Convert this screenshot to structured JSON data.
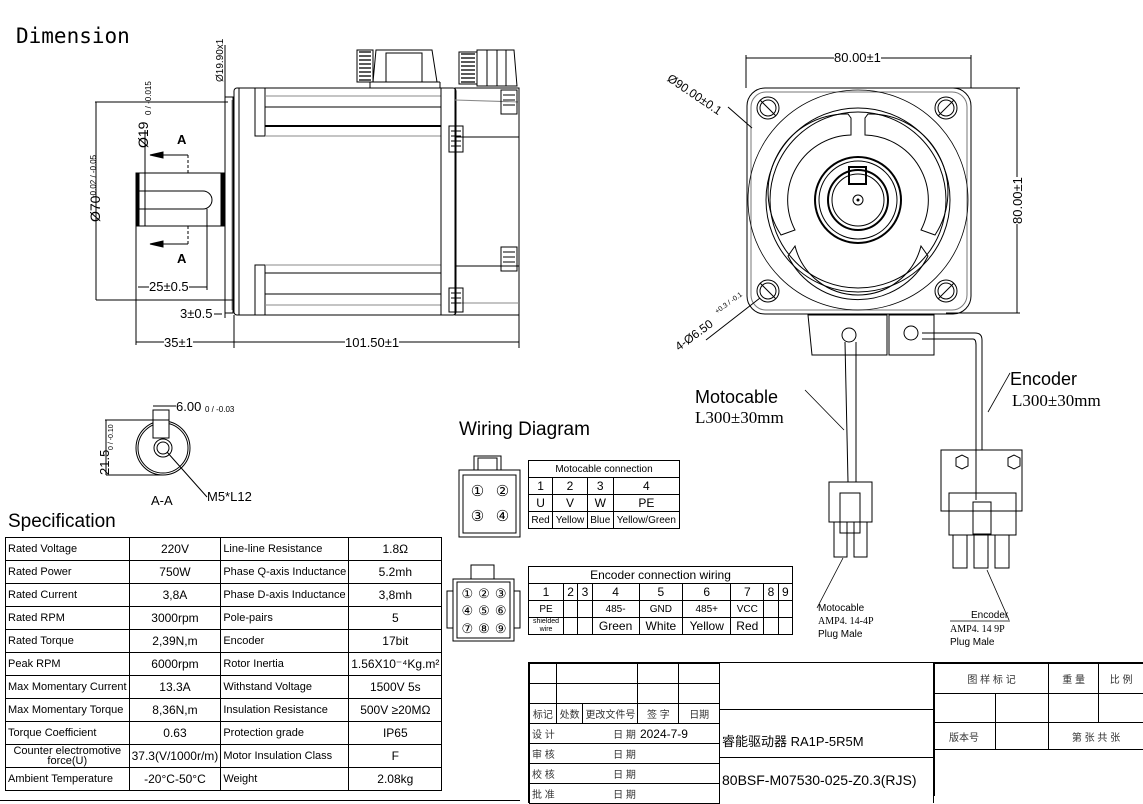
{
  "dimension": {
    "title": "Dimension",
    "side_view": {
      "flange_dia": "Ø19.90x1",
      "shaft_dia": "Ø19",
      "shaft_dia_tol": "0 / -0.015",
      "pilot_dia": "Ø70",
      "pilot_dia_tol": "-0.02 / -0.05",
      "key_length": "25±0.5",
      "flange_thickness": "3±0.5",
      "shaft_length": "35±1",
      "body_length": "101.50±1",
      "section_label": "A"
    },
    "front_view": {
      "width": "80.00±1",
      "height": "80.00±1",
      "bolt_circle": "Ø90.00±0.1",
      "holes": "4-Ø6.50",
      "holes_tol": "+0.3 / -0.1"
    },
    "section_view": {
      "key_width": "6.00",
      "key_width_tol": "0 / -0.03",
      "key_height": "21.5",
      "key_height_tol": "0 / -0.10",
      "thread": "M5*L12",
      "label": "A-A"
    },
    "cables": {
      "motocable_label": "Motocable",
      "motocable_length": "L300±30mm",
      "encoder_label": "Encoder",
      "encoder_length": "L300±30mm",
      "motocable_plug": [
        "Motocable",
        "AMP4. 14-4P",
        "Plug Male"
      ],
      "encoder_plug": [
        "Encoder",
        "AMP4. 14  9P",
        "Plug Male"
      ]
    }
  },
  "specification": {
    "title": "Specification",
    "rows": [
      {
        "k1": "Rated Voltage",
        "v1": "220V",
        "k2": "Line-line Resistance",
        "v2": "1.8Ω"
      },
      {
        "k1": "Rated Power",
        "v1": "750W",
        "k2": "Phase Q-axis Inductance",
        "v2": "5.2mh"
      },
      {
        "k1": "Rated Current",
        "v1": "3,8A",
        "k2": "Phase D-axis Inductance",
        "v2": "3,8mh"
      },
      {
        "k1": "Rated RPM",
        "v1": "3000rpm",
        "k2": "Pole-pairs",
        "v2": "5"
      },
      {
        "k1": "Rated Torque",
        "v1": "2,39N,m",
        "k2": "Encoder",
        "v2": "17bit"
      },
      {
        "k1": "Peak RPM",
        "v1": "6000rpm",
        "k2": "Rotor Inertia",
        "v2": "1.56X10⁻⁴Kg.m²"
      },
      {
        "k1": "Max Momentary Current",
        "v1": "13.3A",
        "k2": "Withstand Voltage",
        "v2": "1500V  5s"
      },
      {
        "k1": "Max Momentary Torque",
        "v1": "8,36N,m",
        "k2": "Insulation Resistance",
        "v2": "500V  ≥20MΩ"
      },
      {
        "k1": "Torque Coefficient",
        "v1": "0.63",
        "k2": "Protection grade",
        "v2": "IP65"
      },
      {
        "k1": "Counter electromotive force(U)",
        "v1": "37.3(V/1000r/m)",
        "k2": "Motor Insulation Class",
        "v2": "F"
      },
      {
        "k1": "Ambient Temperature",
        "v1": "-20°C-50°C",
        "k2": "Weight",
        "v2": "2.08kg"
      }
    ]
  },
  "wiring": {
    "title": "Wiring Diagram",
    "motocable": {
      "header": "Motocable connection",
      "pins": [
        "1",
        "2",
        "3",
        "4"
      ],
      "signals": [
        "U",
        "V",
        "W",
        "PE"
      ],
      "colors": [
        "Red",
        "Yellow",
        "Blue",
        "Yellow/Green"
      ],
      "connector_pins": [
        "①",
        "②",
        "③",
        "④"
      ]
    },
    "encoder": {
      "header": "Encoder connection wiring",
      "pins": [
        "1",
        "2",
        "3",
        "4",
        "5",
        "6",
        "7",
        "8",
        "9"
      ],
      "signals": [
        "PE",
        "",
        "",
        "485-",
        "GND",
        "485+",
        "VCC",
        "",
        ""
      ],
      "colors": [
        "shielded wire",
        "",
        "",
        "Green",
        "White",
        "Yellow",
        "Red",
        "",
        ""
      ],
      "connector_pins": [
        "①",
        "②",
        "③",
        "④",
        "⑤",
        "⑥",
        "⑦",
        "⑧",
        "⑨"
      ]
    }
  },
  "title_block": {
    "rev_headers": [
      "标记",
      "处数",
      "更改文件号",
      "签 字",
      "日期"
    ],
    "sign_rows": [
      {
        "role": "设  计",
        "date_label": "日  期",
        "date": "2024-7-9"
      },
      {
        "role": "审  核",
        "date_label": "日  期",
        "date": ""
      },
      {
        "role": "校  核",
        "date_label": "日  期",
        "date": ""
      },
      {
        "role": "批  准",
        "date_label": "日  期",
        "date": ""
      }
    ],
    "product_name": "睿能驱动器  RA1P-5R5M",
    "model": "80BSF-M07530-025-Z0.3(RJS)",
    "drawing_mark": "图 样 标 记",
    "weight": "重 量",
    "scale": "比 例",
    "version": "版本号",
    "sheet": "第  张  共  张"
  }
}
